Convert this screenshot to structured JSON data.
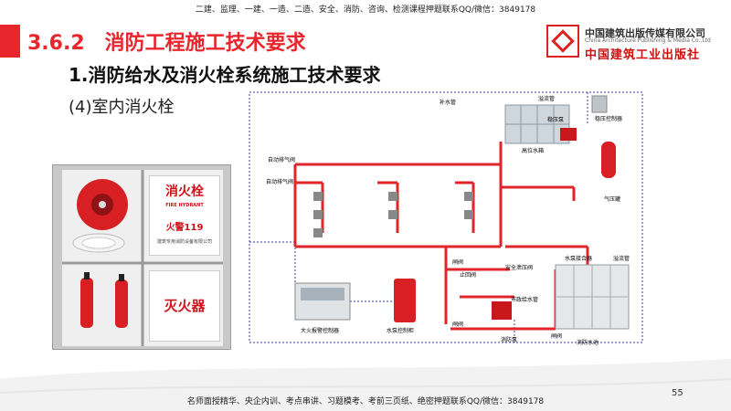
{
  "header": {
    "line": "二建、监理、一建、一造、二造、安全、消防、咨询、检测课程押题联系QQ/微信：3849178"
  },
  "section": {
    "title": "3.6.2　消防工程施工技术要求"
  },
  "publisher": {
    "name_cn": "中国建筑出版传媒有限公司",
    "name_en": "China Architecture Publishing & Media Co.,Ltd",
    "calligraphy": "中国建筑工业出版社"
  },
  "content": {
    "subtitle": "1.消防给水及消火栓系统施工技术要求",
    "item": "(4)室内消火栓"
  },
  "cabinet": {
    "sign_top": "消火栓",
    "sign_en": "FIRE HYDRANT",
    "sign_phone": "火警119",
    "sign_small": "建筑专用消防设备有限公司",
    "sign_bottom": "灭火器"
  },
  "diagram": {
    "labels": {
      "makeup": "补水管",
      "overflow_top": "溢流管",
      "stab_pump": "稳压泵",
      "press_ctrl": "稳压控制器",
      "tank_high": "高位水箱",
      "vent1": "自动排气阀",
      "vent2": "自动排气阀",
      "air_tank": "气压罐",
      "pump_adapter": "水泵接合器",
      "valve_gate": "闸阀",
      "check_valve": "止回阀",
      "safety_valve": "安全泄压阀",
      "alarm_ctrl": "大火报警控制器",
      "pump_cab": "水泵控制柜",
      "municipal": "市政给水管",
      "gate_valve": "闸阀",
      "fire_pump": "消防泵",
      "gate_valve2": "闸阀",
      "fire_pool": "消防水池",
      "overflow_bottom": "溢流管"
    }
  },
  "footer": {
    "line": "名师面授精华、央企内训、考点串讲、习题模考、考前三页纸、绝密押题联系QQ/微信：3849178",
    "page": "55"
  },
  "colors": {
    "accent": "#e8262d",
    "pipe": "#e0262b",
    "dash": "#3a3aa8"
  }
}
